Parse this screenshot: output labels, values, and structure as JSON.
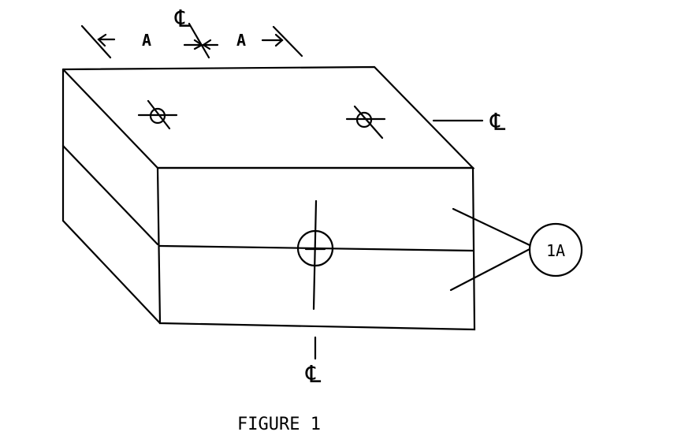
{
  "figure": {
    "caption": "FIGURE 1",
    "dimension_label_left": "A",
    "dimension_label_right": "A",
    "centerline_top": "℄",
    "centerline_right": "℄",
    "centerline_bottom": "℄",
    "reference_label": "1A"
  }
}
